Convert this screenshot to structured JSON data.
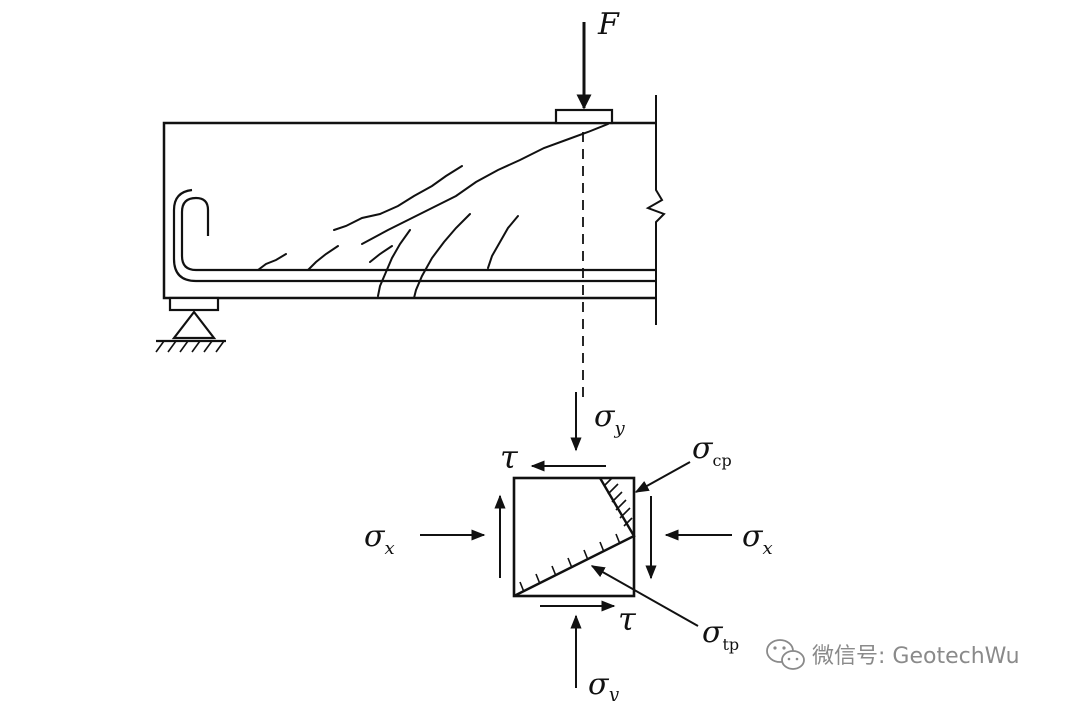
{
  "labels": {
    "force": "F",
    "sigma": "σ",
    "tau": "τ",
    "sub_y": "y",
    "sub_x": "x",
    "sub_cp": "cp",
    "sub_tp": "tp"
  },
  "watermark": {
    "text": "微信号: GeotechWu",
    "icon": "wechat-icon"
  },
  "colors": {
    "ink": "#111111",
    "watermark": "#8a8a8a"
  }
}
